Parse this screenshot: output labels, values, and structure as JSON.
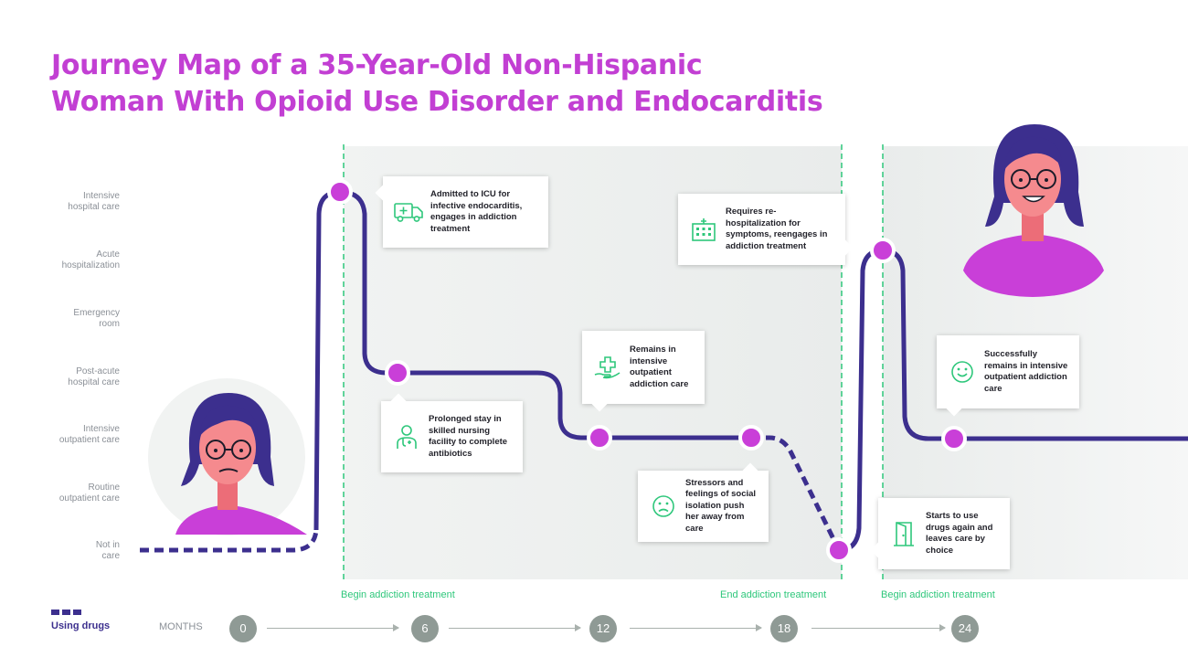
{
  "title": {
    "line1": "Journey Map of a 35-Year-Old Non-Hispanic",
    "line2": "Woman With Opioid Use Disorder and Endocarditis"
  },
  "care_levels": [
    "Intensive\nhospital care",
    "Acute\nhospitalization",
    "Emergency\nroom",
    "Post-acute\nhospital care",
    "Intensive\noutpatient care",
    "Routine\noutpatient care",
    "Not in\ncare"
  ],
  "events": [
    {
      "text": "Admitted to ICU for infective endocarditis, engages in addiction treatment",
      "icon": "ambulance-icon"
    },
    {
      "text": "Prolonged stay in skilled nursing facility to complete antibiotics",
      "icon": "doctor-icon"
    },
    {
      "text": "Remains in intensive outpatient addiction care",
      "icon": "hand-cross-icon"
    },
    {
      "text": "Stressors and feelings of social isolation push her away from care",
      "icon": "sad-face-icon"
    },
    {
      "text": "Requires re-hospitalization for symptoms, reengages in addiction treatment",
      "icon": "hospital-icon"
    },
    {
      "text": "Starts to use drugs again and leaves care by choice",
      "icon": "door-icon"
    },
    {
      "text": "Successfully remains in intensive outpatient addiction care",
      "icon": "smile-face-icon"
    }
  ],
  "phases": [
    "Begin addiction treatment",
    "End addiction treatment",
    "Begin addiction treatment"
  ],
  "timeline": {
    "label": "MONTHS",
    "ticks": [
      "0",
      "6",
      "12",
      "18",
      "24"
    ]
  },
  "legend": {
    "using_drugs": "Using drugs"
  },
  "colors": {
    "title": "#c23fd3",
    "path": "#3c2f8e",
    "node": "#c93fd8",
    "phase_line": "#2ec77b",
    "icon": "#2ec77b",
    "month_circle": "#8f9a95"
  }
}
